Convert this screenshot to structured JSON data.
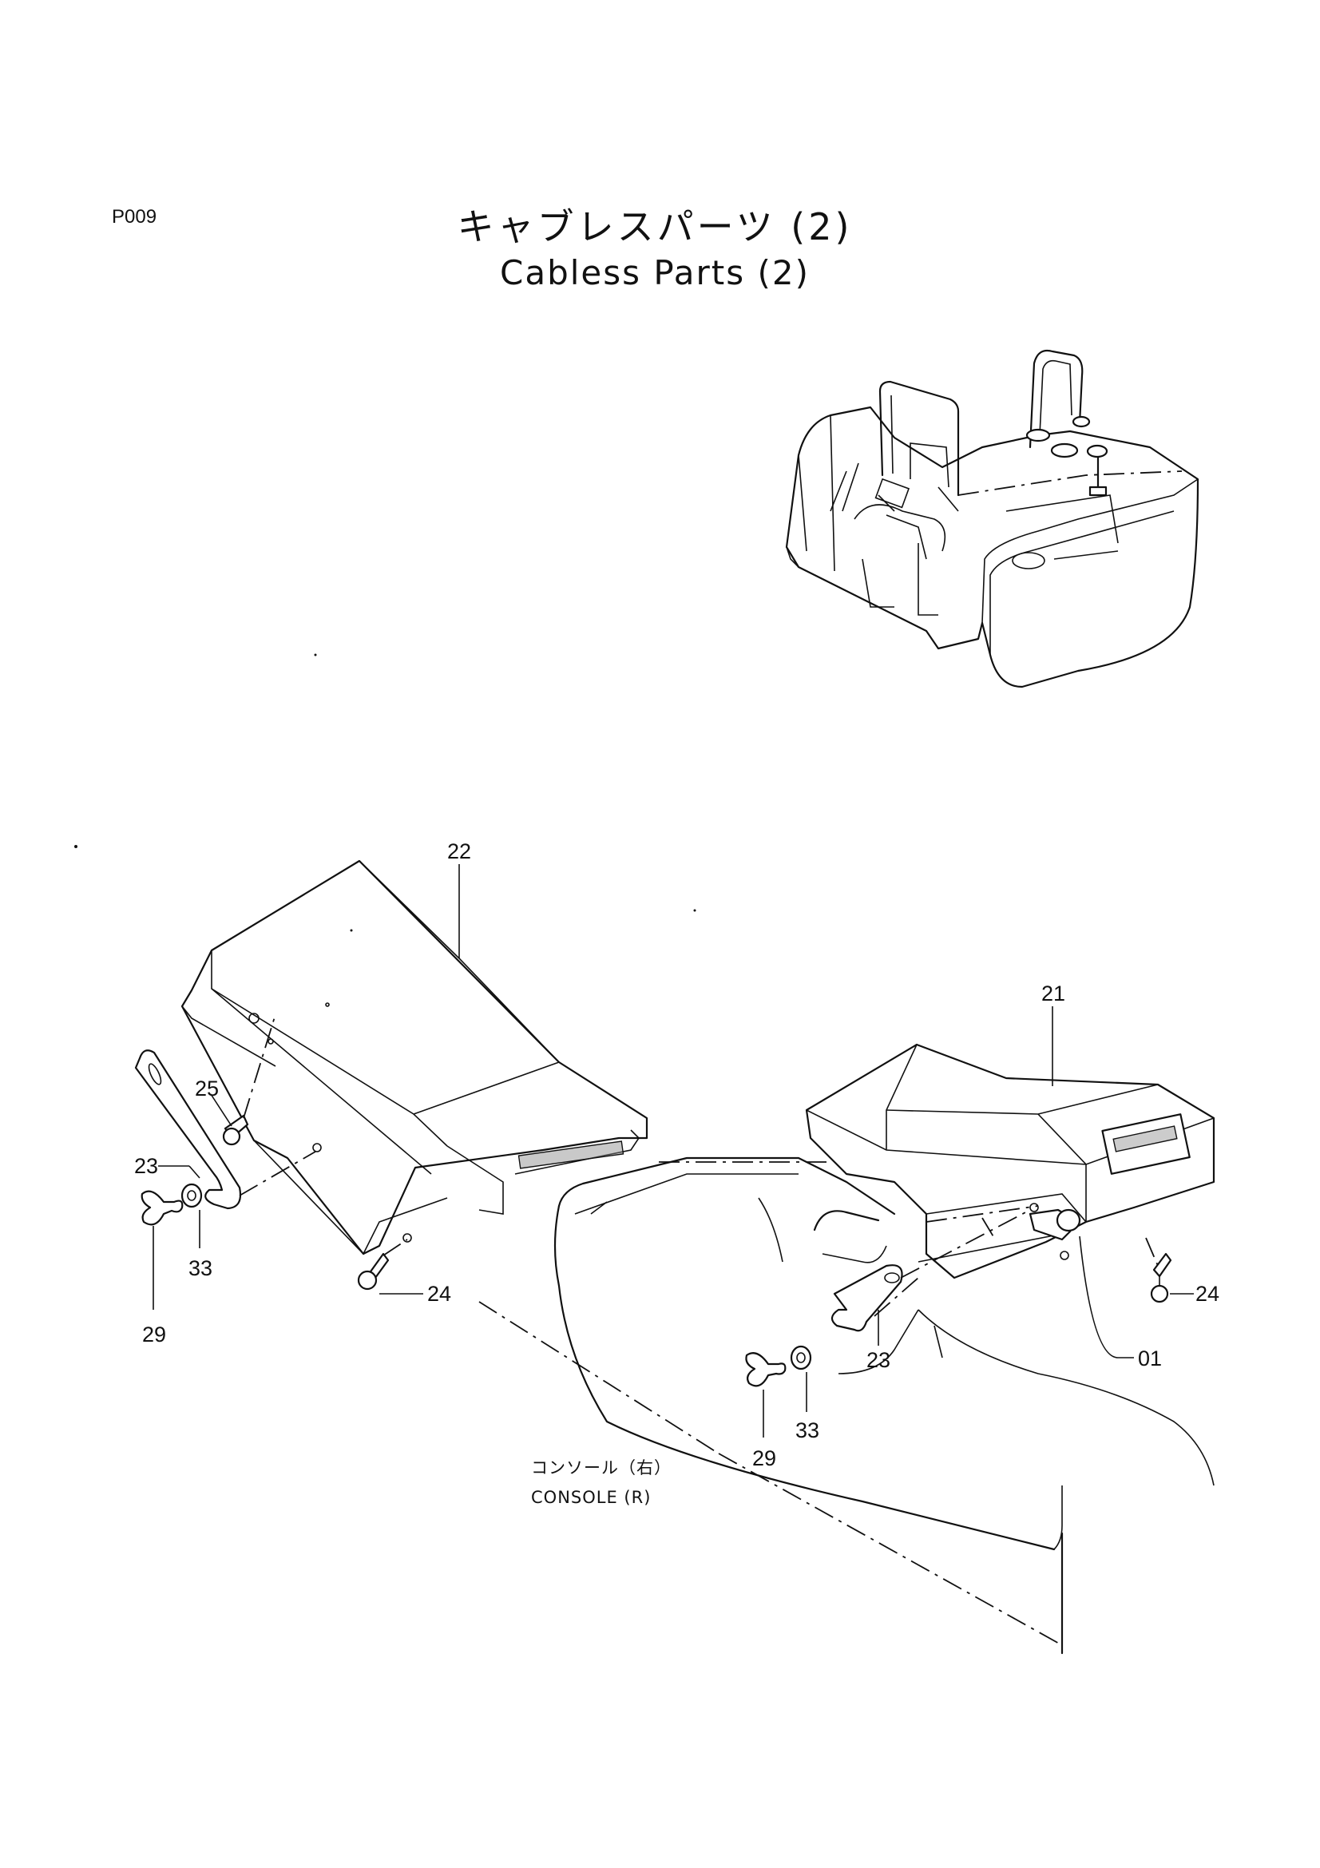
{
  "page": {
    "code": "P009",
    "title_jp": "キャブレスパーツ (2)",
    "title_en": "Cabless Parts (2)"
  },
  "callouts": {
    "c22": "22",
    "c21": "21",
    "c25": "25",
    "c23_left": "23",
    "c33_left": "33",
    "c29_left": "29",
    "c24_left": "24",
    "c24_right": "24",
    "c01": "01",
    "c23_right": "23",
    "c33_right": "33",
    "c29_right": "29"
  },
  "console_note": {
    "jp": "コンソール（右）",
    "en": "CONSOLE (R)"
  }
}
